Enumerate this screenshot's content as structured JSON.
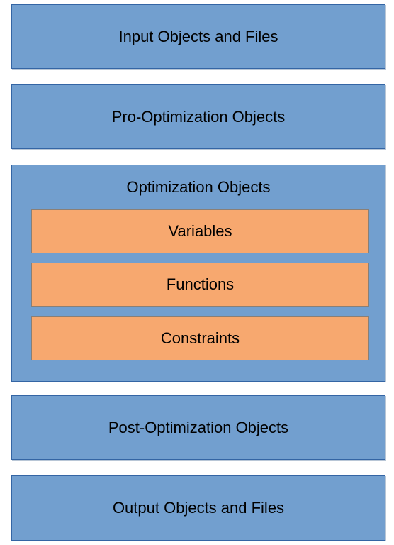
{
  "boxes": {
    "input": "Input Objects and Files",
    "pre": "Pro-Optimization Objects",
    "optimization": {
      "title": "Optimization Objects",
      "items": [
        "Variables",
        "Functions",
        "Constraints"
      ]
    },
    "post": "Post-Optimization Objects",
    "output": "Output Objects and Files"
  },
  "colors": {
    "outer_fill": "#729fcf",
    "outer_border": "#3465a4",
    "inner_fill": "#f7a86f",
    "inner_border": "#8a7f76"
  }
}
